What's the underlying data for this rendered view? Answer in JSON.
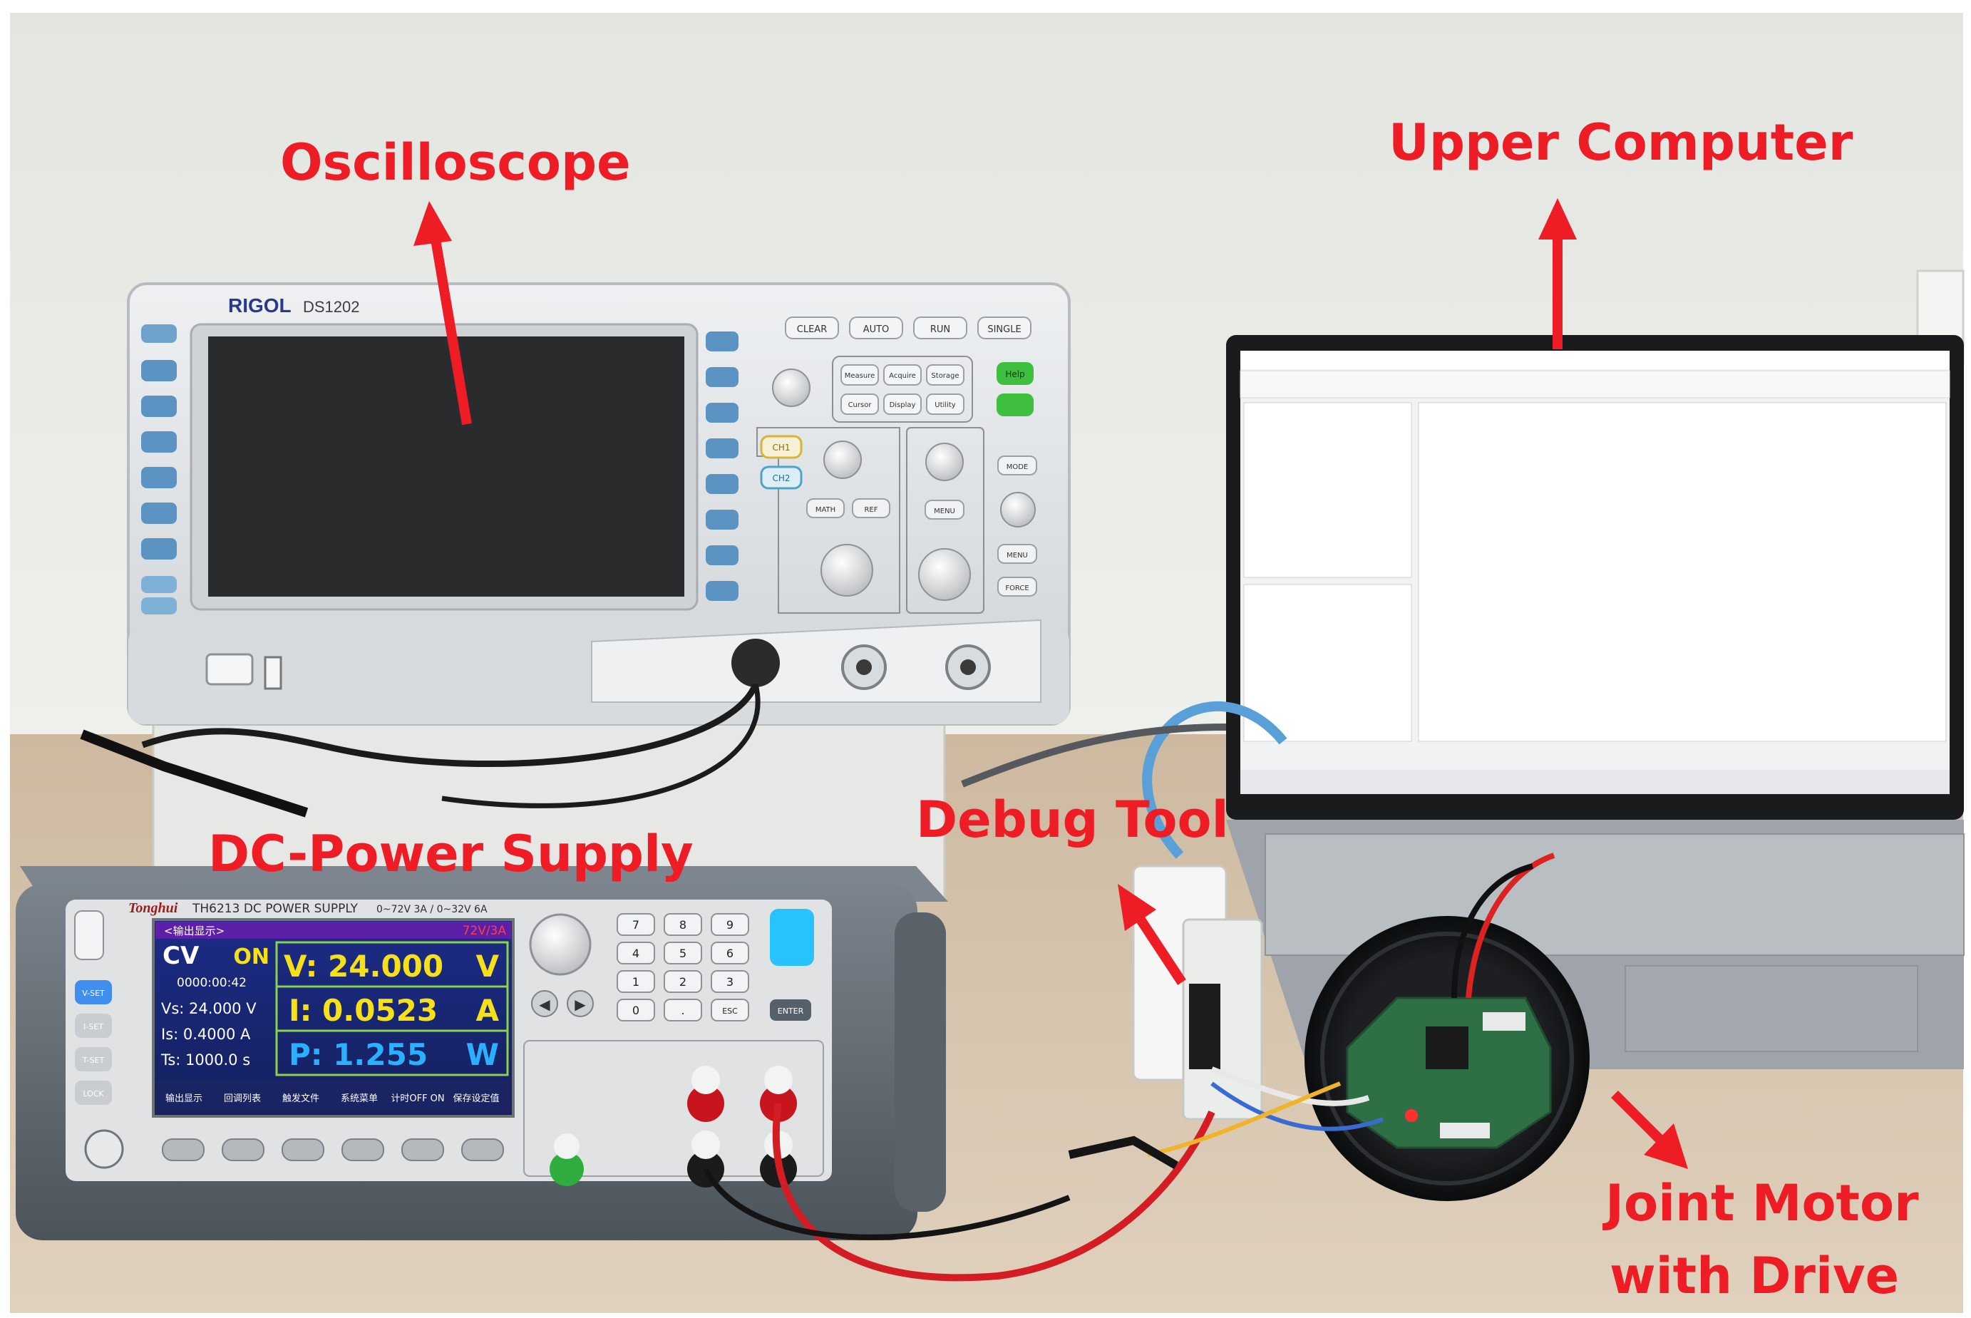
{
  "colors": {
    "annotation": "#ee1c25",
    "wall": "#e9ebe8",
    "desk": "#d8c7b1",
    "instrument_body": "#e2e4e6",
    "psu_body": "#5f6870",
    "lcd_background": "#1b2a78",
    "lcd_yellow": "#f7e018",
    "lcd_border": "#8bd14b",
    "laptop_body": "#9aa0a6",
    "motor_pcb": "#2f6f45"
  },
  "annotations": {
    "oscilloscope": "Oscilloscope",
    "upper_computer": "Upper Computer",
    "dc_power_supply": "DC-Power Supply",
    "debug_tool": "Debug Tool",
    "joint_motor_line1": "Joint Motor",
    "joint_motor_line2": "with Drive"
  },
  "oscilloscope": {
    "brand": "RIGOL",
    "model": "DS1202",
    "buttons": [
      "CLEAR",
      "AUTO",
      "RUN",
      "SINGLE",
      "Measure",
      "Acquire",
      "Storage",
      "Cursor",
      "Display",
      "Utility",
      "Help",
      "CH1",
      "CH2",
      "MATH",
      "REF",
      "MENU",
      "MODE",
      "MENU",
      "FORCE"
    ]
  },
  "power_supply": {
    "brand": "Tonghui",
    "model": "TH6213 DC POWER SUPPLY",
    "range": "0~72V 3A / 0~32V 6A",
    "screen_title": "<输出显示>",
    "screen_range": "72V/3A",
    "mode": "CV",
    "status": "ON",
    "timer": "0000:00:42",
    "voltage": "V: 24.000",
    "voltage_unit": "V",
    "current": "I: 0.0523",
    "current_unit": "A",
    "power": "P: 1.255",
    "power_unit": "W",
    "vs": "Vs:  24.000 V",
    "is": "Is:  0.4000 A",
    "ts": "Ts:  1000.0 s",
    "softkeys": [
      "输出显示",
      "回调列表",
      "触发文件",
      "系统菜单",
      "计时OFF ON",
      "保存设定值"
    ],
    "side_keys": [
      "V-SET",
      "I-SET",
      "T-SET",
      "LOCK"
    ],
    "keypad": [
      "7",
      "8",
      "9",
      "4",
      "5",
      "6",
      "1",
      "2",
      "3",
      "0",
      ".",
      "ESC",
      "ENTER"
    ]
  }
}
